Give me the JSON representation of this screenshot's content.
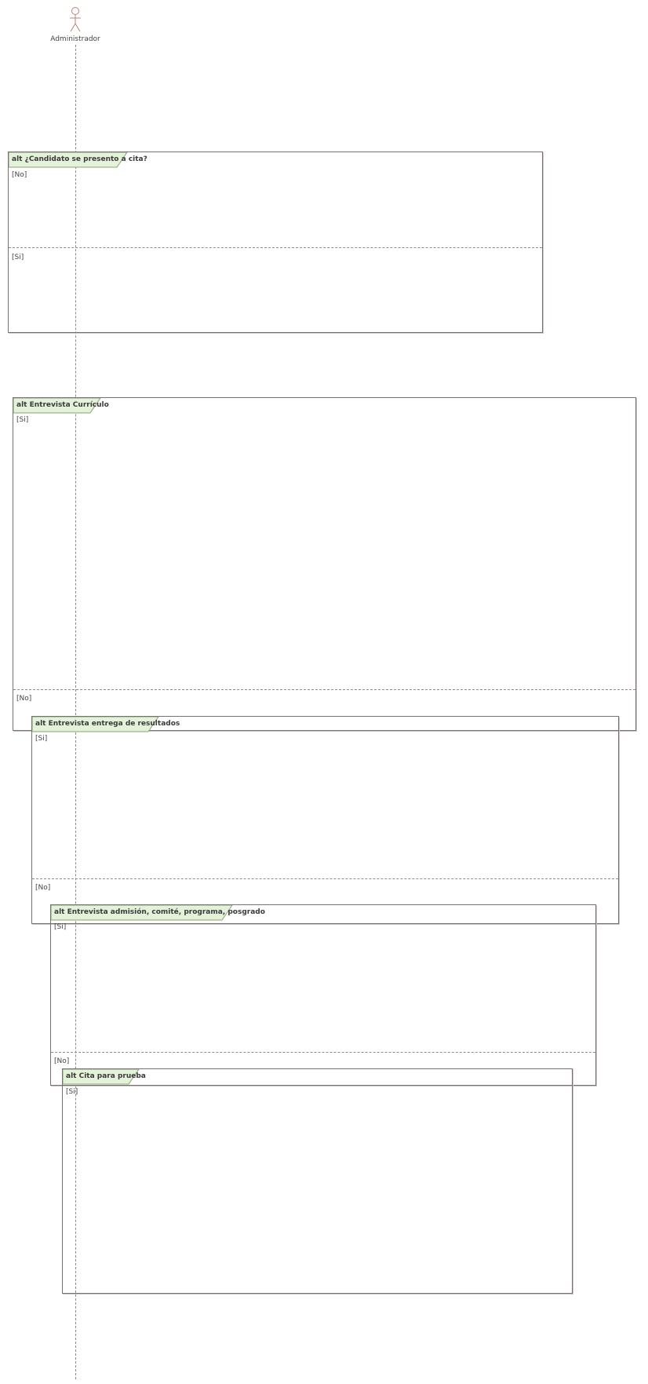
{
  "actor": {
    "name": "Administrador",
    "icon": "stick-figure-icon"
  },
  "fragments": [
    {
      "operator": "alt",
      "label": "alt ¿Candidato se presento a cita?",
      "guards": [
        "[No]",
        "[Si]"
      ]
    },
    {
      "operator": "alt",
      "label": "alt Entrevista Currículo",
      "guards": [
        "[Si]",
        "[No]"
      ]
    },
    {
      "operator": "alt",
      "label": "alt Entrevista entrega de resultados",
      "guards": [
        "[Si]",
        "[No]"
      ]
    },
    {
      "operator": "alt",
      "label": "alt Entrevista admisión, comité, programa, posgrado",
      "guards": [
        "[Si]",
        "[No]"
      ]
    },
    {
      "operator": "alt",
      "label": "alt Cita para prueba",
      "guards": [
        "[Si]"
      ]
    }
  ],
  "colors": {
    "tab_fill": "#e3f2d8",
    "tab_stroke": "#8aa478",
    "frame_border": "#7a6f73",
    "actor_stroke": "#b08878"
  }
}
